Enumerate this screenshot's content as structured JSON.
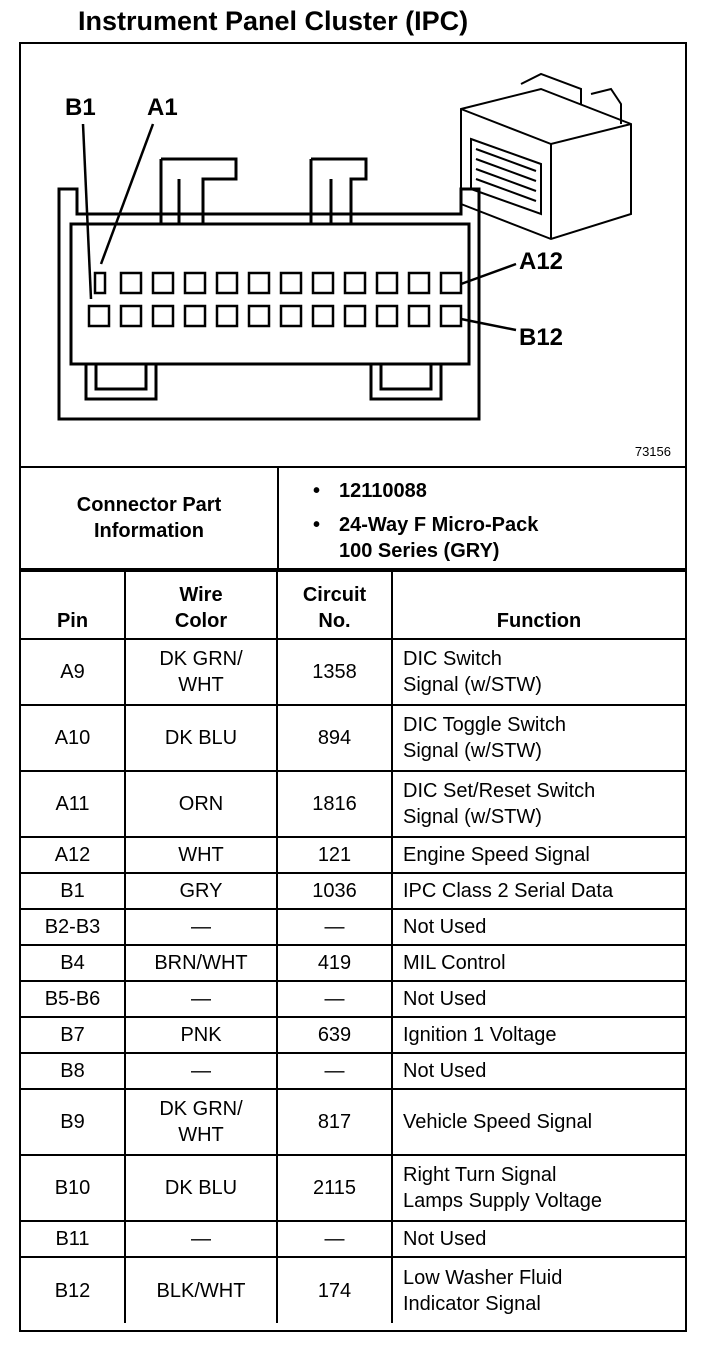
{
  "title": "Instrument Panel Cluster (IPC)",
  "diagram": {
    "label_b1": "B1",
    "label_a1": "A1",
    "label_a12": "A12",
    "label_b12": "B12",
    "figure_id": "73156"
  },
  "connector_info": {
    "heading_line1": "Connector Part",
    "heading_line2": "Information",
    "bullets": [
      {
        "line1": "12110088",
        "line2": ""
      },
      {
        "line1": "24-Way F Micro-Pack",
        "line2": "100 Series (GRY)"
      }
    ]
  },
  "table": {
    "headers": {
      "pin": "Pin",
      "wire_color_line1": "Wire",
      "wire_color_line2": "Color",
      "circuit_line1": "Circuit",
      "circuit_line2": "No.",
      "function": "Function"
    },
    "rows": [
      {
        "pin": "A9",
        "wire1": "DK GRN/",
        "wire2": "WHT",
        "circuit": "1358",
        "func1": "DIC Switch",
        "func2": "Signal (w/STW)"
      },
      {
        "pin": "A10",
        "wire1": "DK BLU",
        "wire2": "",
        "circuit": "894",
        "func1": "DIC Toggle Switch",
        "func2": "Signal (w/STW)"
      },
      {
        "pin": "A11",
        "wire1": "ORN",
        "wire2": "",
        "circuit": "1816",
        "func1": "DIC Set/Reset Switch",
        "func2": "Signal (w/STW)"
      },
      {
        "pin": "A12",
        "wire1": "WHT",
        "wire2": "",
        "circuit": "121",
        "func1": "Engine Speed Signal",
        "func2": ""
      },
      {
        "pin": "B1",
        "wire1": "GRY",
        "wire2": "",
        "circuit": "1036",
        "func1": "IPC Class 2 Serial Data",
        "func2": ""
      },
      {
        "pin": "B2-B3",
        "wire1": "—",
        "wire2": "",
        "circuit": "—",
        "func1": "Not Used",
        "func2": ""
      },
      {
        "pin": "B4",
        "wire1": "BRN/WHT",
        "wire2": "",
        "circuit": "419",
        "func1": "MIL Control",
        "func2": ""
      },
      {
        "pin": "B5-B6",
        "wire1": "—",
        "wire2": "",
        "circuit": "—",
        "func1": "Not Used",
        "func2": ""
      },
      {
        "pin": "B7",
        "wire1": "PNK",
        "wire2": "",
        "circuit": "639",
        "func1": "Ignition 1 Voltage",
        "func2": ""
      },
      {
        "pin": "B8",
        "wire1": "—",
        "wire2": "",
        "circuit": "—",
        "func1": "Not Used",
        "func2": ""
      },
      {
        "pin": "B9",
        "wire1": "DK GRN/",
        "wire2": "WHT",
        "circuit": "817",
        "func1": "Vehicle Speed Signal",
        "func2": ""
      },
      {
        "pin": "B10",
        "wire1": "DK BLU",
        "wire2": "",
        "circuit": "2115",
        "func1": "Right Turn Signal",
        "func2": "Lamps Supply Voltage"
      },
      {
        "pin": "B11",
        "wire1": "—",
        "wire2": "",
        "circuit": "—",
        "func1": "Not Used",
        "func2": ""
      },
      {
        "pin": "B12",
        "wire1": "BLK/WHT",
        "wire2": "",
        "circuit": "174",
        "func1": "Low Washer Fluid",
        "func2": "Indicator Signal"
      }
    ]
  }
}
